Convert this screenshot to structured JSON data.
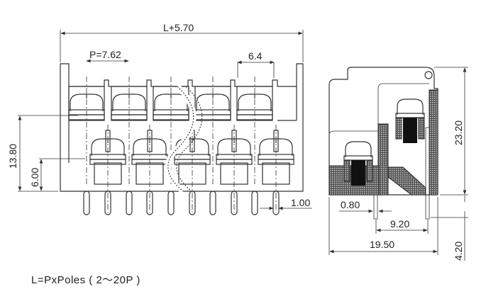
{
  "front_view": {
    "overall_length": "L+5.70",
    "pitch": "P=7.62",
    "spacing": "6.4",
    "height_total": "13.80",
    "height_lower": "6.00",
    "pin_width": "1.00"
  },
  "side_view": {
    "height": "23.20",
    "pin_length": "4.20",
    "depth": "19.50",
    "pin_row_spacing": "9.20",
    "pin_thickness": "0.80"
  },
  "note": "L=PxPoles ( 2～20P )"
}
